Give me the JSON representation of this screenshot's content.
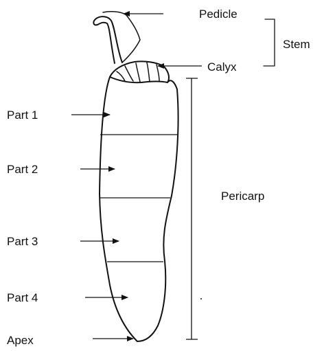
{
  "labels": {
    "pedicle": "Pedicle",
    "stem": "Stem",
    "calyx": "Calyx",
    "pericarp": "Pericarp",
    "part1": "Part 1",
    "part2": "Part 2",
    "part3": "Part 3",
    "part4": "Part 4",
    "apex": "Apex"
  },
  "colors": {
    "ink": "#111111",
    "background": "#ffffff"
  }
}
